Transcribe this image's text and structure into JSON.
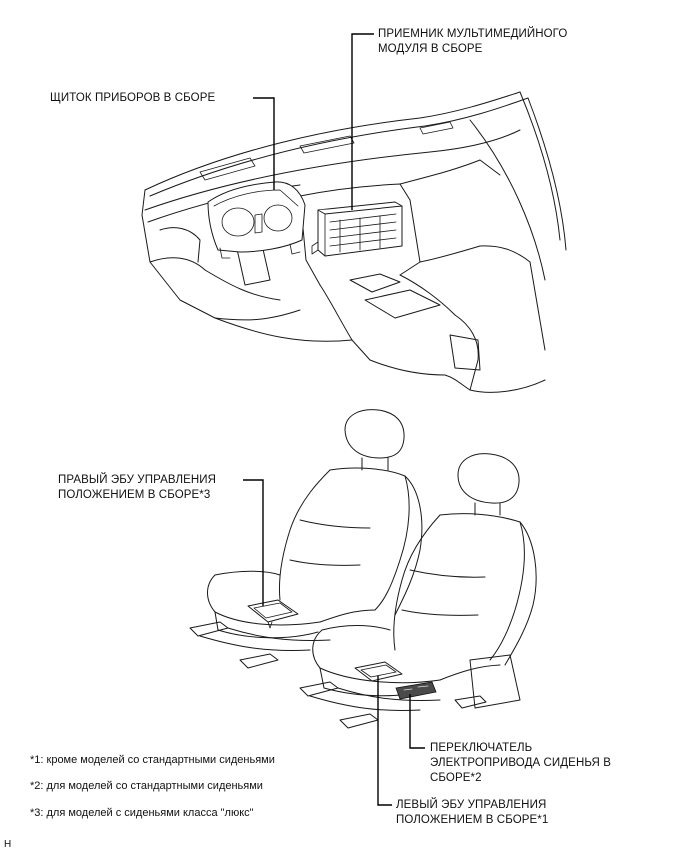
{
  "labels": {
    "multimedia_receiver_line1": "ПРИЕМНИК МУЛЬТИМЕДИЙНОГО",
    "multimedia_receiver_line2": "МОДУЛЯ В СБОРЕ",
    "instrument_cluster": "ЩИТОК ПРИБОРОВ В СБОРЕ",
    "right_ecu_line1": "ПРАВЫЙ ЭБУ УПРАВЛЕНИЯ",
    "right_ecu_line2": "ПОЛОЖЕНИЕМ В СБОРЕ*3",
    "seat_switch_line1": "ПЕРЕКЛЮЧАТЕЛЬ",
    "seat_switch_line2": "ЭЛЕКТРОПРИВОДА СИДЕНЬЯ В",
    "seat_switch_line3": "СБОРЕ*2",
    "left_ecu_line1": "ЛЕВЫЙ ЭБУ УПРАВЛЕНИЯ",
    "left_ecu_line2": "ПОЛОЖЕНИЕМ В СБОРЕ*1"
  },
  "footnotes": [
    "*1: кроме моделей со стандартными сиденьями",
    "*2: для моделей со стандартными сиденьями",
    "*3: для моделей с сиденьями класса \"люкс\""
  ],
  "corner_mark": "H"
}
